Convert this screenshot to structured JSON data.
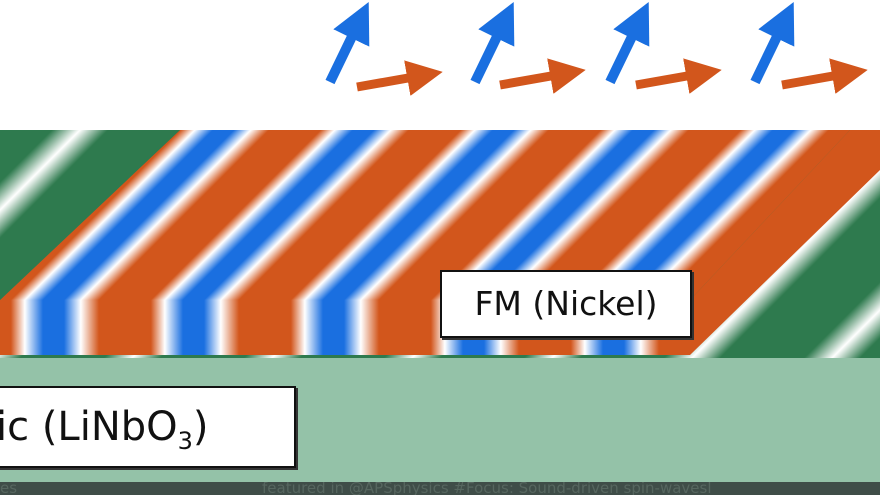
{
  "labels": {
    "ferromagnet": "FM (Nickel)",
    "substrate_prefix": "ic (LiNbO",
    "substrate_subscript": "3",
    "substrate_suffix": ")"
  },
  "footer": {
    "left_fragment": "es",
    "caption": "featured in @APSphysics #Focus: Sound-driven spin-wavesl"
  },
  "icons": [
    "magnetization-arrow-blue",
    "wave-vector-arrow-orange"
  ],
  "arrow_pairs": 4,
  "colors": {
    "blue": "#1a6fe0",
    "orange": "#d2561c",
    "green": "#2e7a4e",
    "substrate": "#94c2a8",
    "footer": "#3f4d48"
  }
}
